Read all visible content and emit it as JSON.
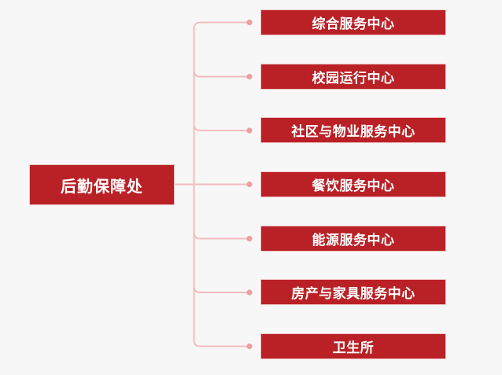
{
  "page": {
    "background": "#f7f7f7"
  },
  "org_chart": {
    "root": {
      "label": "后勤保障处"
    },
    "children": [
      {
        "label": "综合服务中心"
      },
      {
        "label": "校园运行中心"
      },
      {
        "label": "社区与物业服务中心"
      },
      {
        "label": "餐饮服务中心"
      },
      {
        "label": "能源服务中心"
      },
      {
        "label": "房产与家具服务中心"
      },
      {
        "label": "卫生所"
      }
    ],
    "colors": {
      "node_background": "#b92126",
      "node_border": "#f0c2c2",
      "node_text": "#ffffff",
      "connector_line": "#f4bcbe",
      "connector_dot": "#ee9da0",
      "page_background": "#f7f7f7"
    }
  }
}
